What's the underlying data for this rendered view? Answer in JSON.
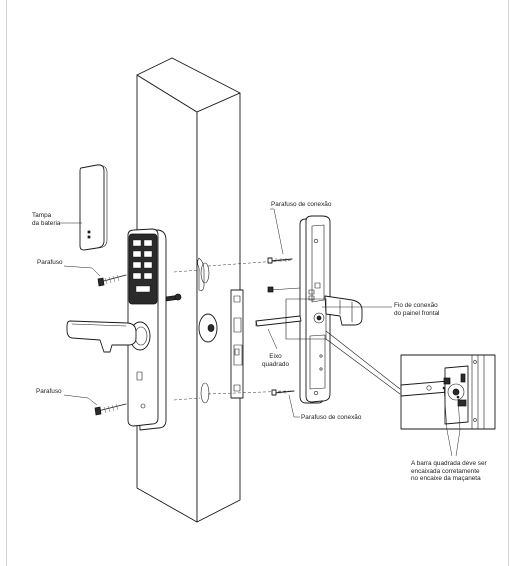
{
  "labels": {
    "battery_cover": "Tampa\nda bateria",
    "screw_top": "Parafuso",
    "screw_bottom": "Parafuso",
    "connection_screw_top": "Parafuso de conexão",
    "connection_screw_bottom": "Parafuso de conexão",
    "front_panel_wire": "Fio de conexão\ndo painel frontal",
    "square_shaft": "Eixo\nquadrado",
    "square_bar_note": "A barra quadrada deve ser\nencaixada corretamente\nno encaixe da maçaneta"
  },
  "colors": {
    "line": "#1a1a1a",
    "frame": "#d4d4d4",
    "background": "#ffffff"
  }
}
